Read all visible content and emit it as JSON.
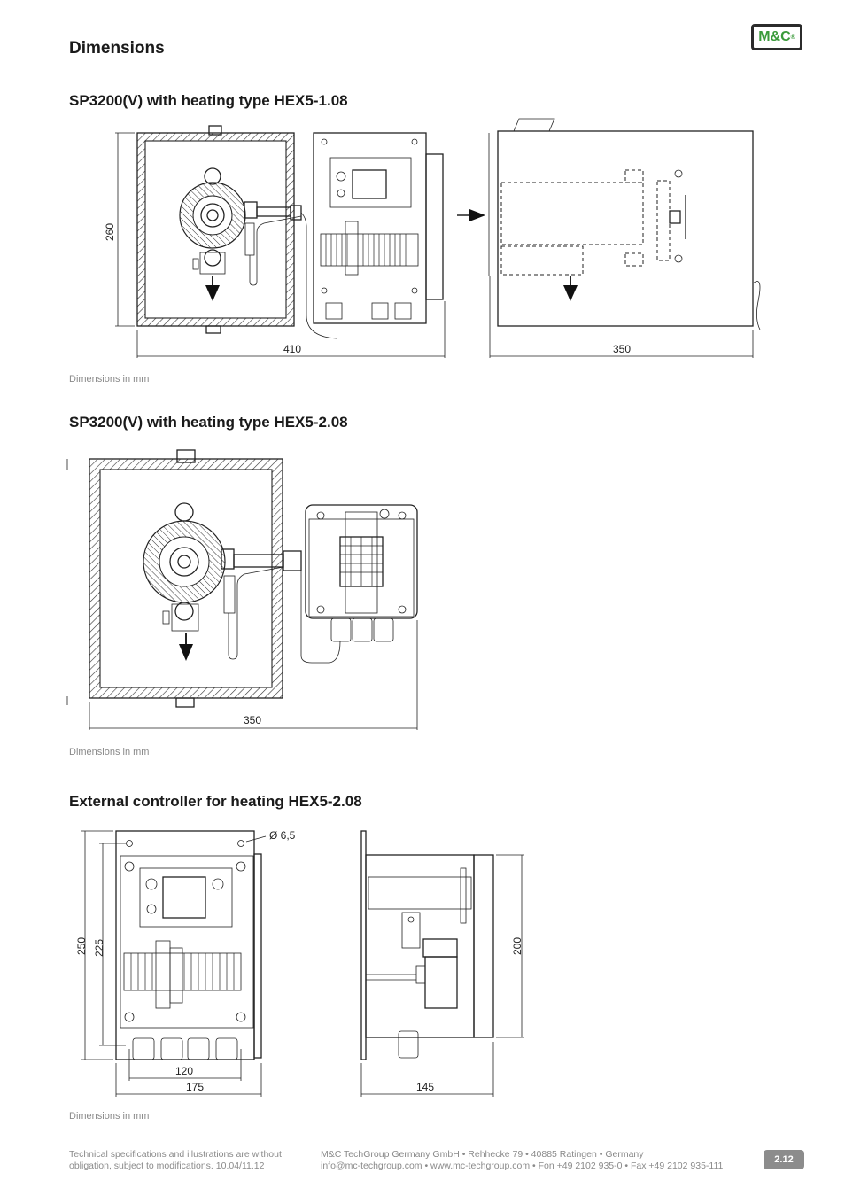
{
  "header": {
    "title": "Dimensions",
    "logo_text": "M&C",
    "logo_mark": "®",
    "logo_color": "#3a9a3a"
  },
  "sections": [
    {
      "title": "SP3200(V) with heating type HEX5-1.08",
      "dims": {
        "height": "260",
        "width_front": "410",
        "width_side": "350"
      },
      "note": "Dimensions in mm"
    },
    {
      "title": "SP3200(V) with heating type HEX5-2.08",
      "dims": {
        "width": "350"
      },
      "note": "Dimensions in mm"
    },
    {
      "title": "External controller for heating HEX5-2.08",
      "dims": {
        "hole": "Ø 6,5",
        "height_outer": "250",
        "height_inner": "225",
        "width_inner": "120",
        "width_outer": "175",
        "depth": "145",
        "height_side": "200"
      },
      "note": "Dimensions in mm"
    }
  ],
  "footer": {
    "left_line1": "Technical specifications and illustrations are without",
    "left_line2": "obligation, subject to modifications. 10.04/11.12",
    "right_line1": "M&C TechGroup Germany GmbH • Rehhecke 79 • 40885 Ratingen • Germany",
    "right_line2": "info@mc-techgroup.com • www.mc-techgroup.com • Fon +49 2102 935-0 • Fax +49 2102 935-111",
    "page": "2.12"
  }
}
